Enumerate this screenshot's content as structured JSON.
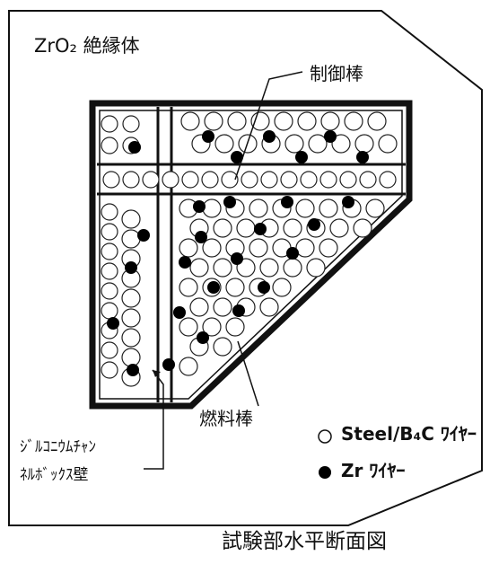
{
  "labels": {
    "insulator": "ZrO₂ 絶縁体",
    "control_rod": "制御棒",
    "fuel_rod": "燃料棒",
    "channel_box_line1": "ｼﾞﾙｺﾆｳﾑﾁｬﾝ",
    "channel_box_line2": "ﾈﾙﾎﾞｯｸｽ壁",
    "caption": "試験部水平断面図"
  },
  "legend": {
    "steel": "Steel/B₄C ﾜｲﾔｰ",
    "zr": "Zr ﾜｲﾔｰ"
  },
  "colors": {
    "line": "#111111",
    "wire_zr": "#000000",
    "wire_steel": "#ffffff"
  }
}
